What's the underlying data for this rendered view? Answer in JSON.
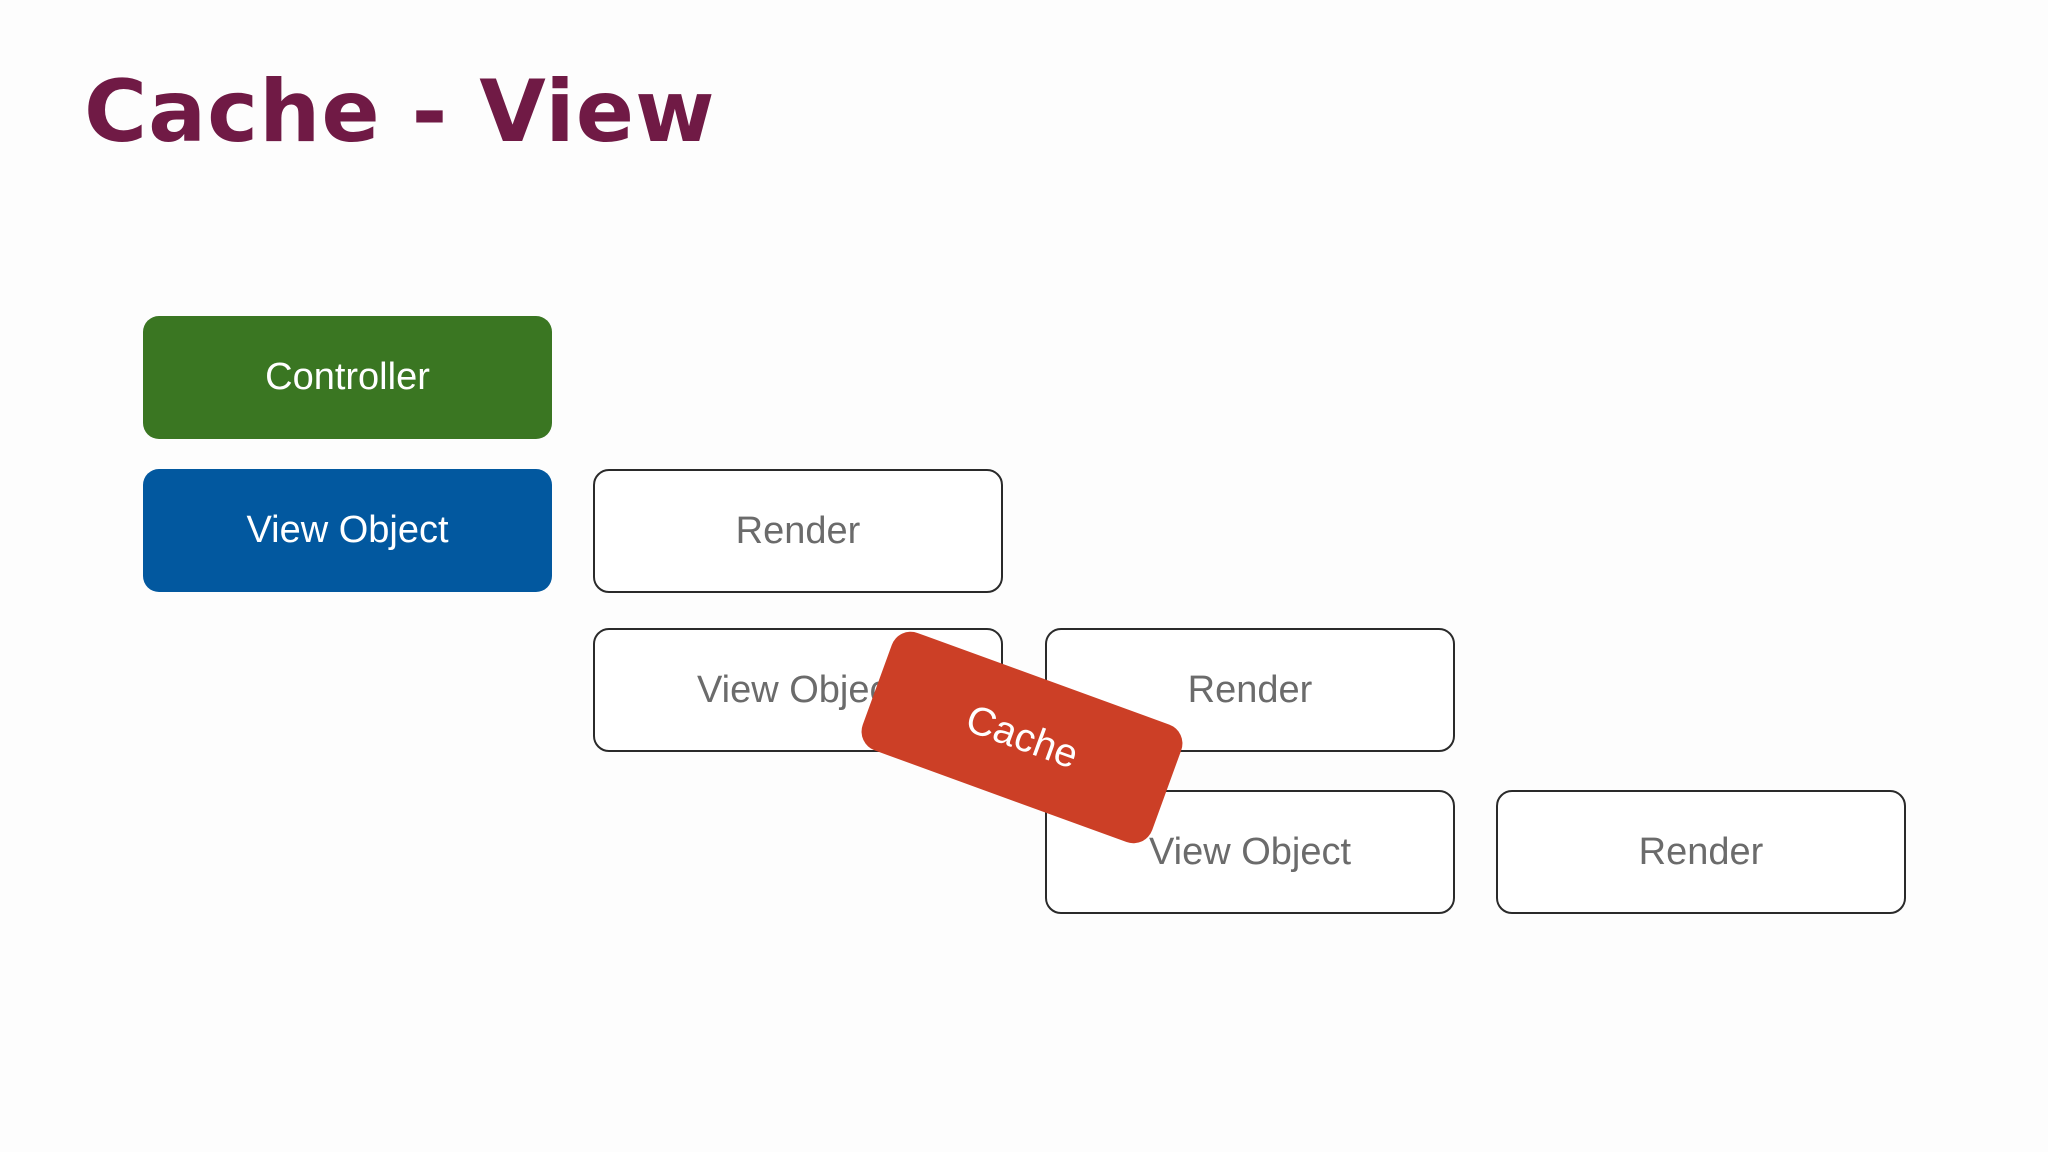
{
  "title": "Cache - View",
  "colors": {
    "title": "#701a45",
    "controller": "#3a7622",
    "view_object": "#02589f",
    "cache": "#cc3f26",
    "outline_border": "#2a2a2a",
    "outline_text": "#6b6b6b"
  },
  "diagram": {
    "controller": "Controller",
    "view_object": "View Object",
    "row1": {
      "render": "Render"
    },
    "row2": {
      "view_object": "View Object",
      "render": "Render"
    },
    "row3": {
      "view_object": "View Object",
      "render": "Render"
    },
    "cache": "Cache"
  }
}
